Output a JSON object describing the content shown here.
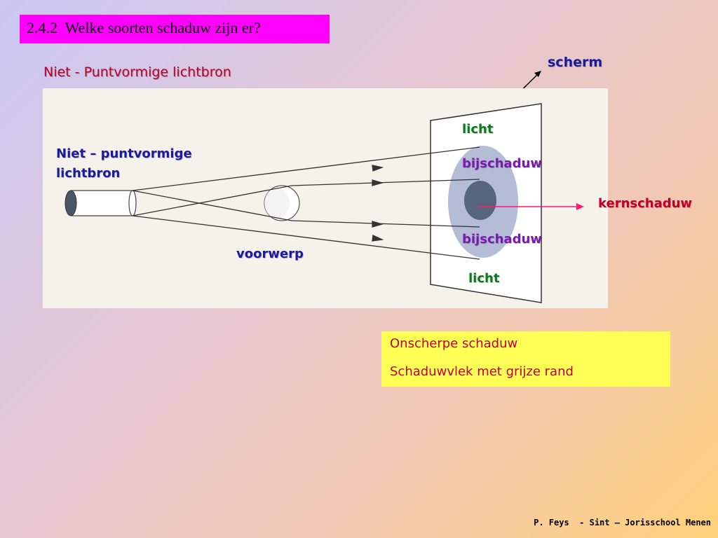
{
  "slide": {
    "title": "2.4.2  Welke soorten schaduw zijn er?",
    "subtitle": "Niet - Puntvormige lichtbron",
    "footer": "P. Feys  - Sint – Jorisschool Menen"
  },
  "diagram": {
    "screen_label": "scherm",
    "source_label_line1": "Niet – puntvormige",
    "source_label_line2": "lichtbron",
    "object_label": "voorwerp",
    "light_top": "licht",
    "penumbra_top": "bijschaduw",
    "umbra": "kernschaduw",
    "penumbra_bottom": "bijschaduw",
    "light_bottom": "licht"
  },
  "info_box": {
    "line1": "Onscherpe schaduw",
    "line2": "Schaduwvlek met grijze rand"
  },
  "colors": {
    "title_bg": "#ff00ff",
    "info_bg": "#ffff55",
    "label_blue": "#1a1aa0",
    "label_green": "#0a7a1a",
    "label_purple": "#7a1ab0",
    "label_red": "#c0002a"
  }
}
